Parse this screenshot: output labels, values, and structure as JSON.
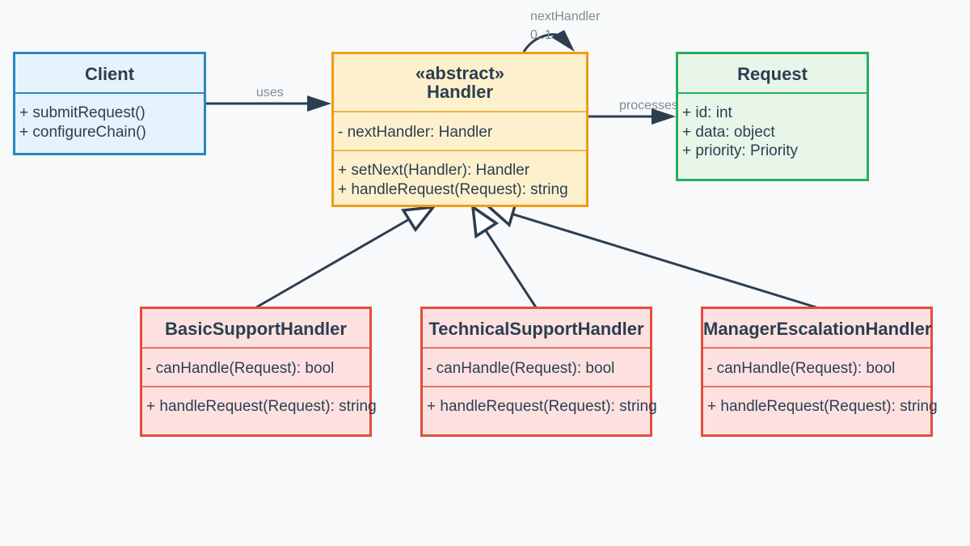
{
  "colors": {
    "line": "#2c3e50",
    "client_border": "#2e86c1",
    "client_fill": "#e6f3fc",
    "handler_border": "#f39c12",
    "handler_fill": "#fdf1cd",
    "request_border": "#27ae60",
    "request_fill": "#e8f6e9",
    "concrete_border": "#e74c3c",
    "concrete_fill": "#fde1e1",
    "label": "#7f8c8d"
  },
  "client": {
    "name": "Client",
    "methods": [
      "+ submitRequest()",
      "+ configureChain()"
    ]
  },
  "handler": {
    "stereotype": "«abstract»",
    "name": "Handler",
    "attributes": [
      "- nextHandler: Handler"
    ],
    "methods": [
      "+ setNext(Handler): Handler",
      "+ handleRequest(Request): string"
    ]
  },
  "request": {
    "name": "Request",
    "attributes": [
      "+ id: int",
      "+ data: object",
      "+ priority: Priority"
    ]
  },
  "concrete": [
    {
      "name": "BasicSupportHandler",
      "attribute": "- canHandle(Request): bool",
      "method": "+ handleRequest(Request): string"
    },
    {
      "name": "TechnicalSupportHandler",
      "attribute": "- canHandle(Request): bool",
      "method": "+ handleRequest(Request): string"
    },
    {
      "name": "ManagerEscalationHandler",
      "attribute": "- canHandle(Request): bool",
      "method": "+ handleRequest(Request): string"
    }
  ],
  "relations": {
    "uses": "uses",
    "processes": "processes",
    "self_role": "nextHandler",
    "self_multiplicity": "0..1"
  }
}
